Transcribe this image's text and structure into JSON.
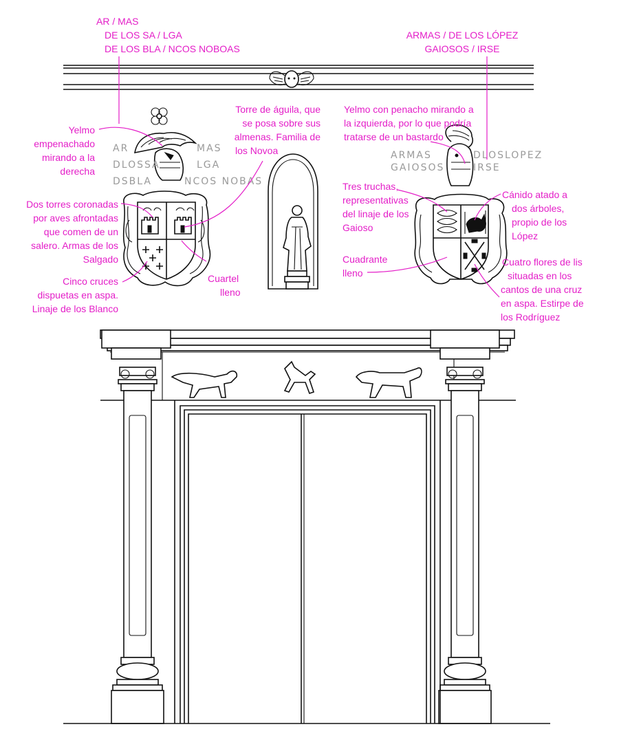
{
  "labels": {
    "armas_salgado_title": [
      "AR / MAS",
      "DE LOS SA / LGA",
      "DE LOS BLA / NCOS NOBOAS"
    ],
    "armas_lopez_title": [
      "ARMAS / DE LOS LÓPEZ",
      "GAIOSOS / IRSE"
    ],
    "yelmo_derecha": [
      "Yelmo",
      "empenachado",
      "mirando a la",
      "derecha"
    ],
    "dos_torres": [
      "Dos torres coronadas",
      "por aves afrontadas",
      "que comen de un",
      "salero. Armas de los",
      "Salgado"
    ],
    "cinco_cruces": [
      "Cinco cruces",
      "dispuetas en aspa.",
      "Linaje de los Blanco"
    ],
    "cuartel_lleno": [
      "Cuartel",
      "lleno"
    ],
    "torre_aguila": [
      "Torre de águila, que",
      "se posa sobre sus",
      "almenas. Familia de",
      "los Novoa"
    ],
    "yelmo_izquierda": [
      "Yelmo con penacho mirando a",
      "la izquierda, por lo que podría",
      "tratarse de un bastardo"
    ],
    "tres_truchas": [
      "Tres truchas,",
      "representativas",
      "del linaje de los",
      "Gaioso"
    ],
    "cuadrante_lleno": [
      "Cuadrante",
      "lleno"
    ],
    "canido": [
      "Cánido atado a",
      "dos árboles,",
      "propio de los",
      "López"
    ],
    "cuatro_flores": [
      "Cuatro flores de lis",
      "situadas en los",
      "cantos de una cruz",
      "en aspa. Estirpe de",
      "los Rodríguez"
    ]
  },
  "inscriptions": {
    "left": [
      "AR",
      "DLOSSA",
      "DSBLA",
      "MAS",
      "LGA",
      "NCOS NOBAS"
    ],
    "right": [
      "ARMAS",
      "GAIOSOS",
      "DLOSLOPEZ",
      "IRSE"
    ]
  },
  "colors": {
    "annotation": "#e41ec8",
    "line": "#111111",
    "inscription": "#9a9a9a"
  }
}
